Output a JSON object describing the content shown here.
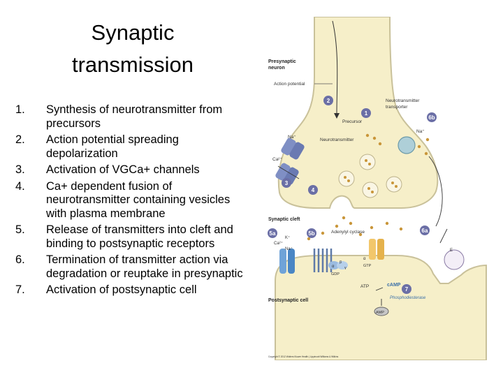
{
  "slide": {
    "title_line1": "Synaptic",
    "title_line2": "transmission"
  },
  "steps": [
    {
      "num": "1.",
      "text": "Synthesis of neurotransmitter from precursors"
    },
    {
      "num": "2.",
      "text": "Action potential spreading depolarization"
    },
    {
      "num": "3.",
      "text": "Activation of VGCa+ channels"
    },
    {
      "num": "4.",
      "text": "Ca+ dependent fusion of neurotransmitter containing vesicles with plasma membrane"
    },
    {
      "num": "5.",
      "text": "Release of transmitters into cleft and binding to postsynaptic receptors"
    },
    {
      "num": "6.",
      "text": "Termination of transmitter action via degradation or reuptake in presynaptic"
    },
    {
      "num": "7.",
      "text": "Activation of postsynaptic cell"
    }
  ],
  "diagram": {
    "labels": {
      "presynaptic_1": "Presynaptic",
      "presynaptic_2": "neuron",
      "action_potential": "Action potential",
      "precursor": "Precursor",
      "neurotransmitter": "Neurotransmitter",
      "transporter_1": "Neurotransmitter",
      "transporter_2": "transporter",
      "na": "Na⁺",
      "ca": "Ca²⁺",
      "na_right": "Na⁺",
      "k": "K⁺",
      "ca_post": "Ca²⁺",
      "na_post": "Na⁺",
      "synaptic_cleft": "Synaptic cleft",
      "adenylyl_cyclase": "Adenylyl cyclase",
      "alpha": "α",
      "beta": "β",
      "gamma": "γ",
      "gdp": "GDP",
      "alpha2": "α",
      "gtp": "GTP",
      "atp": "ATP",
      "camp": "cAMP",
      "phosphodiesterase": "Phosphodiesterase",
      "amp": "AMP",
      "postsynaptic": "Postsynaptic cell",
      "enzyme_e": "E",
      "copyright": "Copyright © 2012 Wolters Kluwer Health | Lippincott Williams & Wilkins"
    },
    "badges": {
      "b1": "1",
      "b2": "2",
      "b3": "3",
      "b4": "4",
      "b5a": "5a",
      "b5b": "5b",
      "b6a": "6a",
      "b6b": "6b",
      "b7": "7"
    },
    "colors": {
      "presynaptic_fill": "#f6efc9",
      "postsynaptic_fill": "#f6efc9",
      "badge": "#6b6fa6",
      "channel": "#7f8fc4",
      "transmitter": "#c9963a",
      "camp_blue": "#3a6fa8"
    }
  }
}
